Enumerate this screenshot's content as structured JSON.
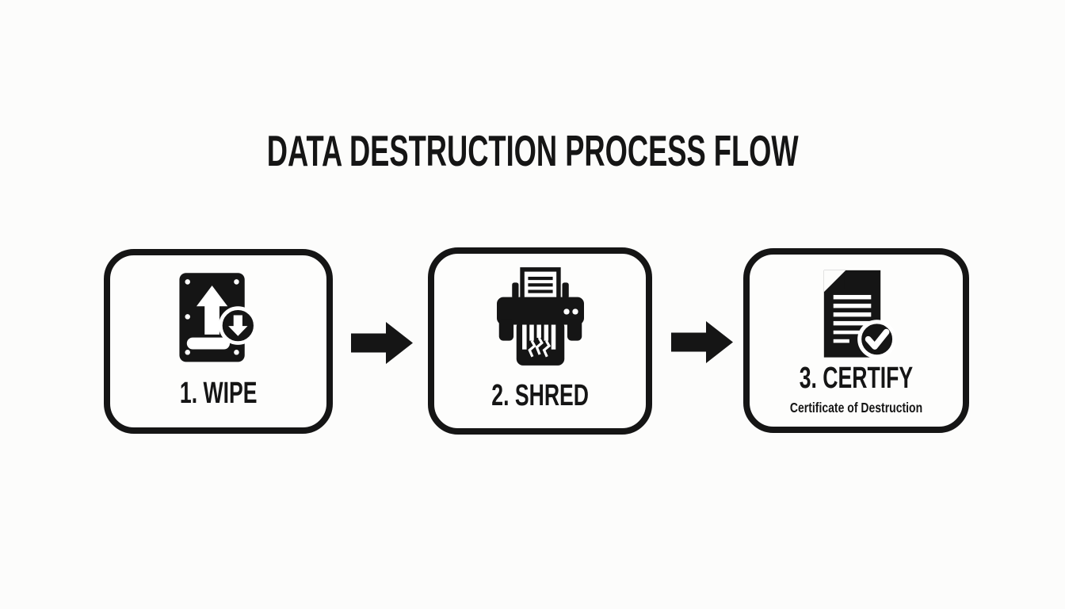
{
  "title": "DATA DESTRUCTION PROCESS FLOW",
  "colors": {
    "background": "#fcfcfb",
    "ink": "#151515",
    "card_background": "#fdfdfc"
  },
  "steps": [
    {
      "label": "1. WIPE",
      "icon": "hard-drive-wipe-icon"
    },
    {
      "label": "2. SHRED",
      "icon": "shredder-icon"
    },
    {
      "label": "3. CERTIFY",
      "sublabel": "Certificate of Destruction",
      "icon": "certificate-check-icon"
    }
  ],
  "connectors": [
    {
      "icon": "arrow-right-icon"
    },
    {
      "icon": "arrow-right-icon"
    }
  ]
}
